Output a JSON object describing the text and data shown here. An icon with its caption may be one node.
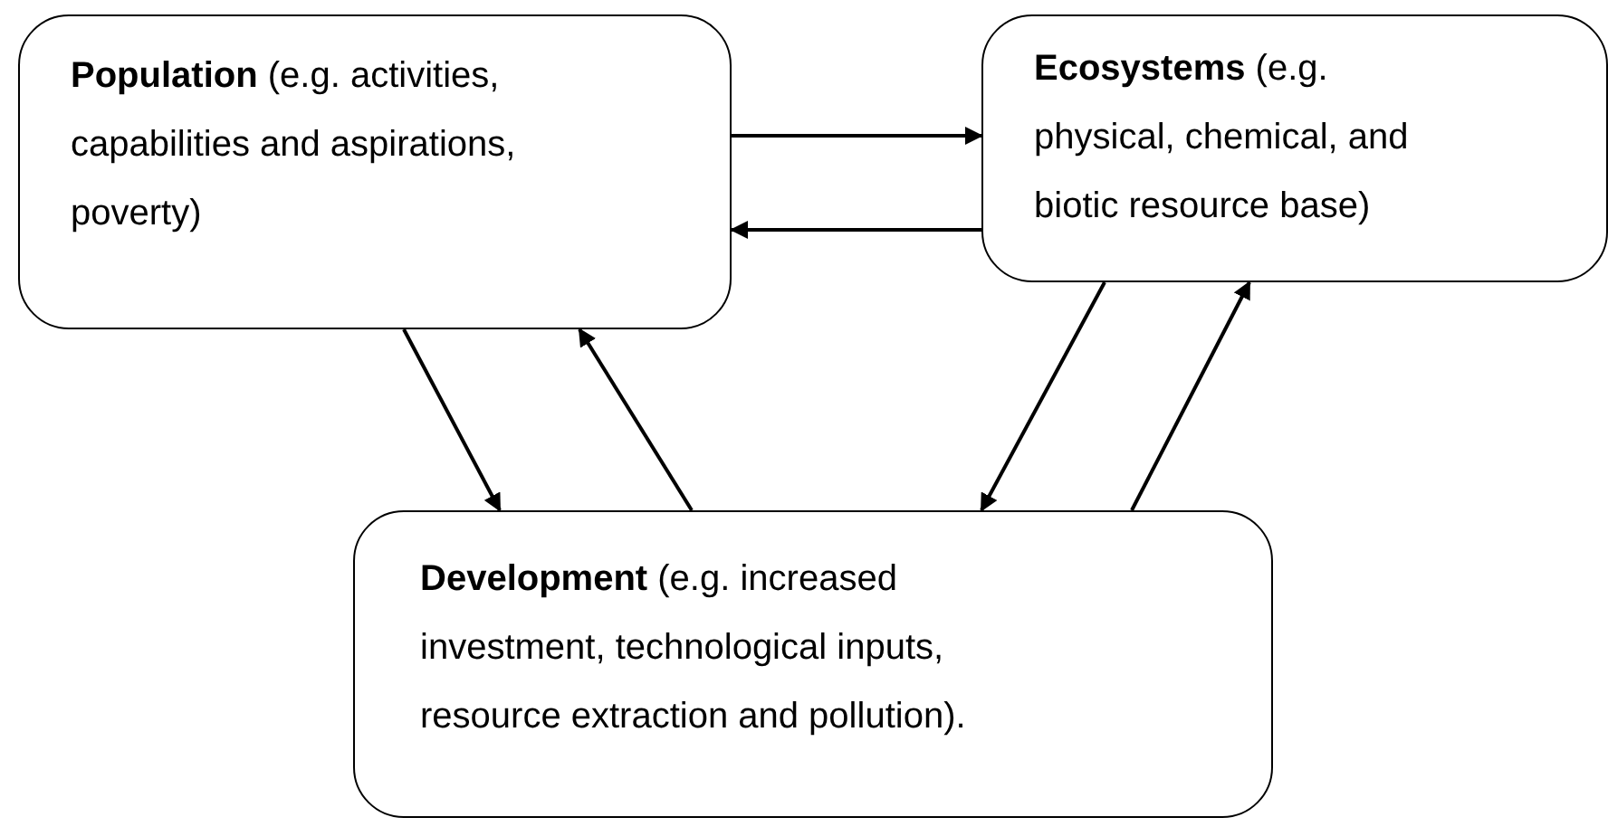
{
  "diagram": {
    "nodes": [
      {
        "text": [
          "**Population** (e.g. activities, capabilities and aspirations, poverty)"
        ]
      },
      {
        "text": [
          "**Ecosystems** (e.g. physical, chemical, and biotic resource base)"
        ]
      },
      {
        "text": [
          "**Development** (e.g. increased investment, technological inputs, resource extraction and pollution)."
        ]
      }
    ],
    "edges": [
      {
        "from": 0,
        "to": 1,
        "arrow": "to"
      },
      {
        "from": 1,
        "to": 0,
        "arrow": "to"
      },
      {
        "from": 0,
        "to": 2,
        "arrow": "to"
      },
      {
        "from": 2,
        "to": 0,
        "arrow": "to"
      },
      {
        "from": 1,
        "to": 2,
        "arrow": "to"
      },
      {
        "from": 2,
        "to": 1,
        "arrow": "to"
      }
    ]
  }
}
